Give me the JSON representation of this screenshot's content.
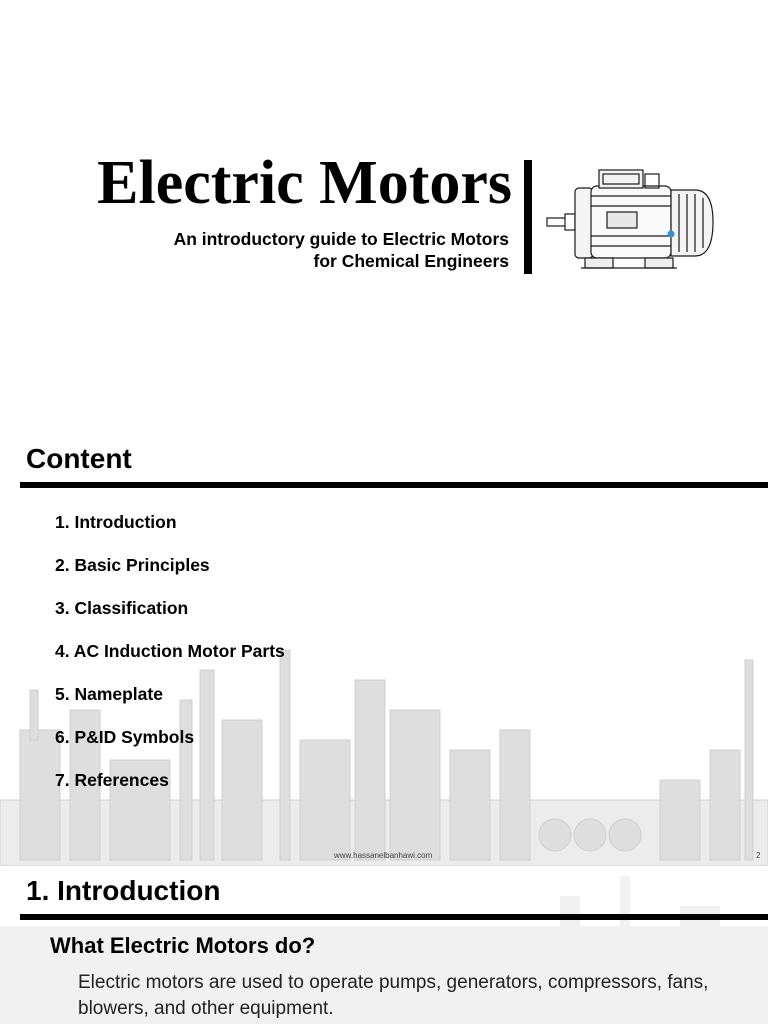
{
  "slide1": {
    "title": "Electric Motors",
    "subtitle_line1": "An introductory guide to Electric Motors",
    "subtitle_line2": "for Chemical Engineers",
    "image_icon": "electric-motor-icon"
  },
  "slide2": {
    "heading": "Content",
    "items": [
      "1. Introduction",
      "2. Basic Principles",
      "3. Classification",
      "4. AC Induction Motor Parts",
      "5. Nameplate",
      "6. P&ID Symbols",
      "7. References"
    ],
    "footer_url": "www.hassanelbanhawi.com",
    "page_number": "2",
    "background_icon": "industrial-plant-skyline"
  },
  "slide3": {
    "heading": "1. Introduction",
    "subheading": "What Electric Motors do?",
    "body": "Electric motors are used to operate pumps, generators, compressors, fans, blowers, and other equipment."
  },
  "colors": {
    "text": "#000000",
    "rule": "#000000",
    "background": "#ffffff",
    "skyline": "#d8d8d8"
  }
}
